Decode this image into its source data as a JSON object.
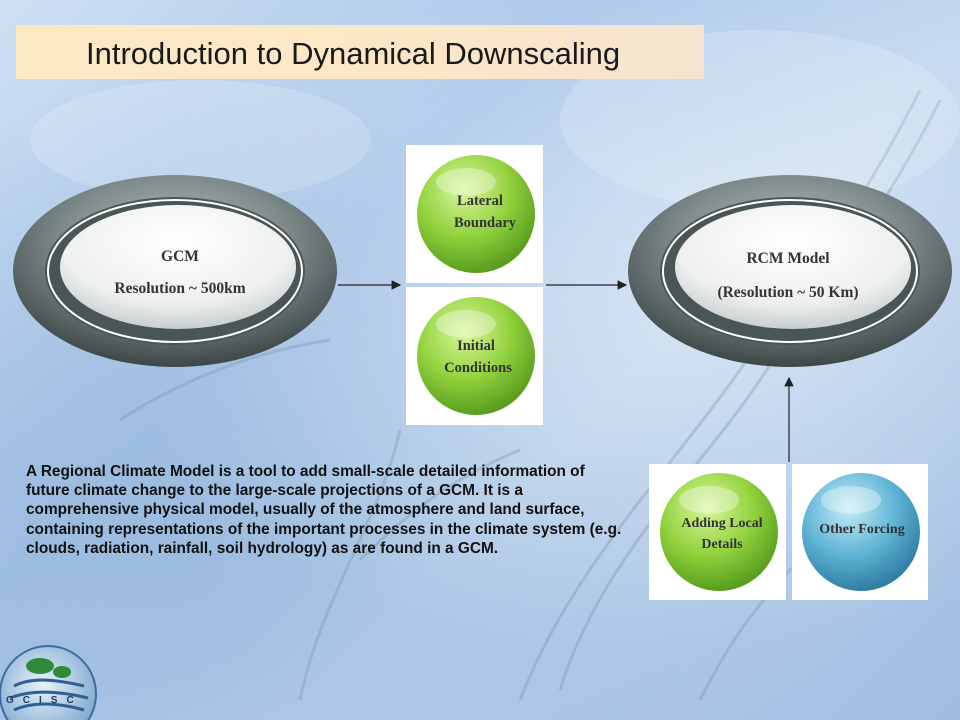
{
  "title": "Introduction to Dynamical Downscaling",
  "gcm": {
    "name": "GCM",
    "resolution": "Resolution ~ 500km"
  },
  "rcm": {
    "name": "RCM Model",
    "resolution": "(Resolution ~ 50 Km)"
  },
  "inputs": {
    "lateral": [
      "Lateral",
      "Boundary"
    ],
    "initial": [
      "Initial",
      "Conditions"
    ],
    "local": [
      "Adding Local",
      "Details"
    ],
    "other": "Other Forcing"
  },
  "description": "A Regional Climate Model is a tool to add small-scale detailed information of future climate change to the large-scale projections of a GCM. It is a comprehensive physical model, usually of the atmosphere and land surface, containing representations of the important processes in the climate system (e.g. clouds, radiation, rainfall, soil hydrology) as are found in a GCM.",
  "logo": {
    "text": "GCISC"
  },
  "colors": {
    "green_ball": "#8fd13a",
    "blue_ball": "#5aaed0",
    "ring": "#5f6b6b",
    "title_bg": "#fde9c4"
  }
}
